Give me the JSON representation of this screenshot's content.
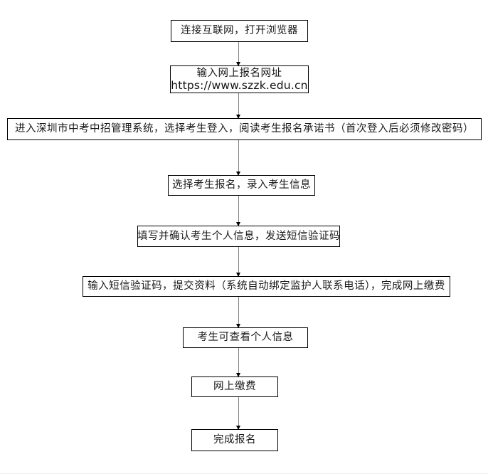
{
  "flowchart": {
    "description": "online registration process flowchart",
    "steps": [
      {
        "label": "连接互联网，打开浏览器"
      },
      {
        "label": "输入网上报名网址",
        "url": "https://www.szzk.edu.cn"
      },
      {
        "label": "进入深圳市中考中招管理系统，选择考生登入，阅读考生报名承诺书（首次登入后必须修改密码）"
      },
      {
        "label": "选择考生报名，录入考生信息"
      },
      {
        "label": "填写并确认考生个人信息，发送短信验证码"
      },
      {
        "label": "输入短信验证码，提交资料（系统自动绑定监护人联系电话），完成网上缴费"
      },
      {
        "label": "考生可查看个人信息"
      },
      {
        "label": "网上缴费"
      },
      {
        "label": "完成报名"
      }
    ],
    "colors": {
      "background": "#ffffff",
      "box_border": "#000000",
      "connector_line": "#808080",
      "arrowhead": "#000000",
      "text": "#1a1a1a"
    }
  }
}
